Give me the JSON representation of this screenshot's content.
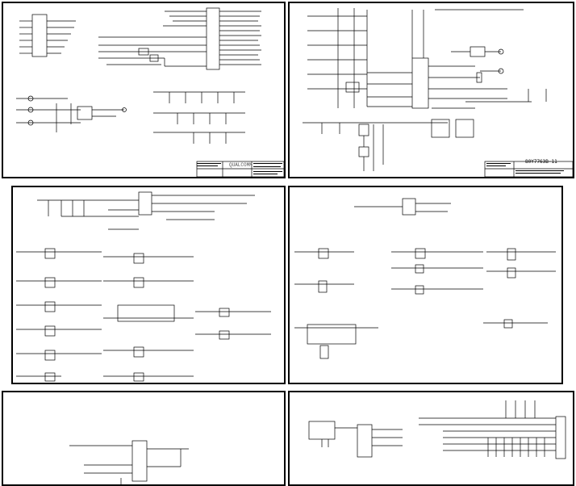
{
  "document": {
    "type": "schematic-sheet-set",
    "sheet_count": 6
  },
  "sheets": [
    {
      "id": "sheet-1",
      "title_block": {
        "company": "QUALCOMM"
      }
    },
    {
      "id": "sheet-2",
      "title_block": {
        "drawing_number": "80Y7763B-11"
      }
    },
    {
      "id": "sheet-3"
    },
    {
      "id": "sheet-4"
    },
    {
      "id": "sheet-5"
    },
    {
      "id": "sheet-6"
    }
  ],
  "colors": {
    "line": "#000000",
    "paper": "#ffffff",
    "faint": "#666666"
  }
}
